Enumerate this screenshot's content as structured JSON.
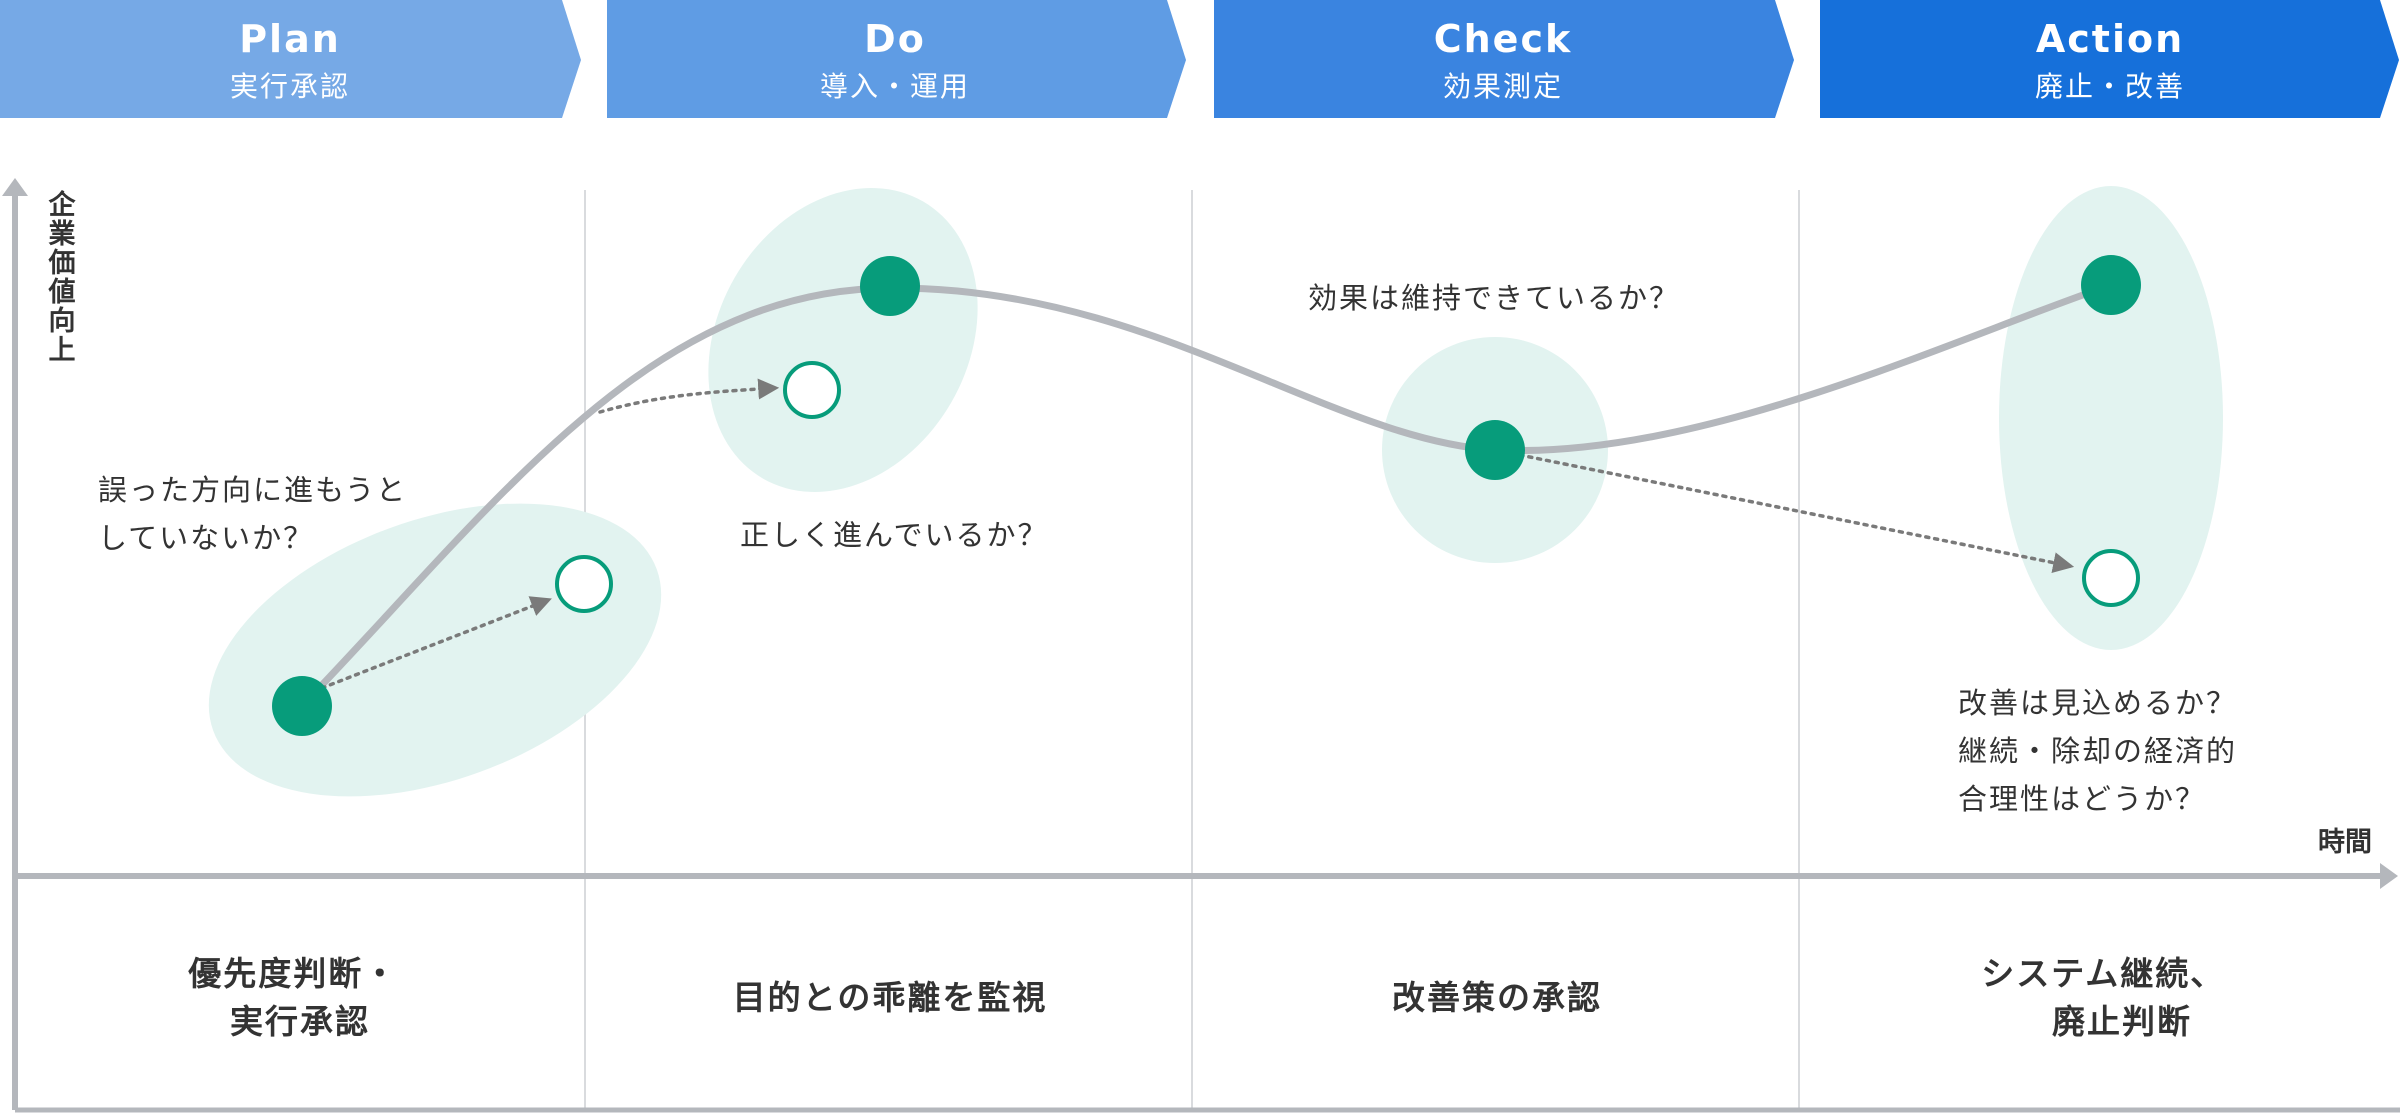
{
  "phases": [
    {
      "title": "Plan",
      "subtitle": "実行承認",
      "color": "#76a9e6"
    },
    {
      "title": "Do",
      "subtitle": "導入・運用",
      "color": "#5f9ce4"
    },
    {
      "title": "Check",
      "subtitle": "効果測定",
      "color": "#3a84e0"
    },
    {
      "title": "Action",
      "subtitle": "廃止・改善",
      "color": "#1670da"
    }
  ],
  "axes": {
    "y_label": "企業価値向上",
    "x_label": "時間"
  },
  "questions": {
    "plan": [
      "誤った方向に進もうと",
      "していないか？"
    ],
    "do": [
      "正しく進んでいるか？"
    ],
    "check": [
      "効果は維持できているか？"
    ],
    "action": [
      "改善は見込めるか？",
      "継続・除却の経済的",
      "合理性はどうか？"
    ]
  },
  "summaries": {
    "plan": [
      "優先度判断・",
      "実行承認"
    ],
    "do": [
      "目的との乖離を監視"
    ],
    "check": [
      "改善策の承認"
    ],
    "action": [
      "システム継続、",
      "廃止判断"
    ]
  },
  "colors": {
    "accent_green": "#079c7b",
    "halo": "#e2f3f0",
    "curve": "#b4b7bc",
    "axis": "#b4b7bc",
    "divider": "#d9dbde",
    "dotted_arrow": "#7a7a7a"
  }
}
